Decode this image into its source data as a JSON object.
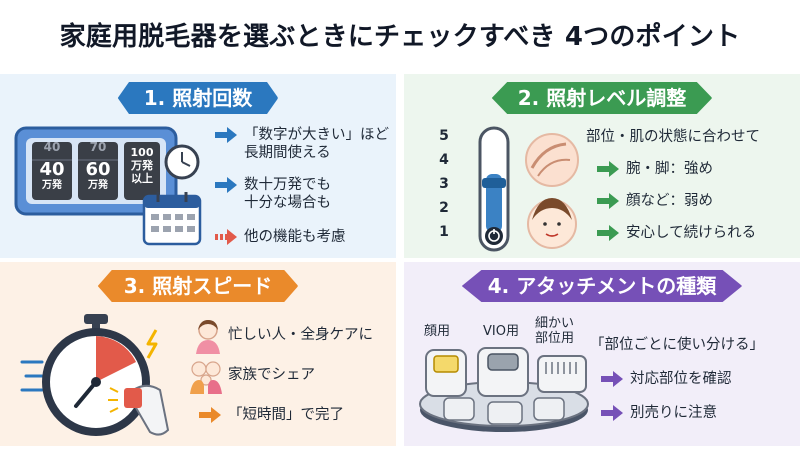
{
  "title": "家庭用脱毛器を選ぶときにチェックすべき 4つのポイント",
  "panels": {
    "p1": {
      "heading": "1. 照射回数",
      "counter": {
        "card1_value": "40",
        "card1_unit": "万発",
        "card2_value": "60",
        "card2_unit": "万発",
        "card3_line1": "100",
        "card3_line2": "万発",
        "card3_line3": "以上",
        "card1_top": "40",
        "card2_top": "70"
      },
      "items": [
        {
          "lines": [
            "「数字が大きい」ほど",
            "長期間使える"
          ],
          "arrow": "solid",
          "color": "#2b78bf"
        },
        {
          "lines": [
            "数十万発でも",
            "十分な場合も"
          ],
          "arrow": "solid",
          "color": "#2b78bf"
        },
        {
          "lines": [
            "他の機能も考慮"
          ],
          "arrow": "striped",
          "color": "#e25a4a"
        }
      ]
    },
    "p2": {
      "heading": "2. 照射レベル調整",
      "levels": [
        "5",
        "4",
        "3",
        "2",
        "1"
      ],
      "subheading": "部位・肌の状態に合わせて",
      "items": [
        {
          "text": "腕・脚：強め",
          "color": "#3b9b52"
        },
        {
          "text": "顔など：弱め",
          "color": "#3b9b52"
        },
        {
          "text": "安心して続けられる",
          "color": "#3b9b52"
        }
      ]
    },
    "p3": {
      "heading": "3. 照射スピード",
      "items": [
        {
          "text": "忙しい人・全身ケアに"
        },
        {
          "text": "家族でシェア"
        },
        {
          "text": "「短時間」で完了",
          "color": "#ea8a2b"
        }
      ]
    },
    "p4": {
      "heading": "4. アタッチメントの種類",
      "attachments": {
        "face": "顔用",
        "vio": "VIO用",
        "fine_line1": "細かい",
        "fine_line2": "部位用"
      },
      "subheading": "「部位ごとに使い分ける」",
      "items": [
        {
          "text": "対応部位を確認",
          "color": "#7650b7"
        },
        {
          "text": "別売りに注意",
          "color": "#7650b7"
        }
      ]
    }
  },
  "colors": {
    "blue": "#2b78bf",
    "green": "#3b9b52",
    "orange": "#ea8a2b",
    "purple": "#7650b7",
    "red": "#e25a4a"
  }
}
